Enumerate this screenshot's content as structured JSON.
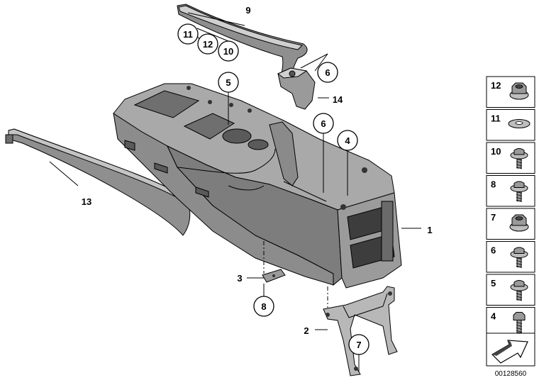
{
  "diagram": {
    "id": "00128560",
    "callouts": [
      {
        "key": "c9",
        "text": "9",
        "circled": false
      },
      {
        "key": "c11",
        "text": "11",
        "circled": true
      },
      {
        "key": "c12",
        "text": "12",
        "circled": true
      },
      {
        "key": "c10",
        "text": "10",
        "circled": true
      },
      {
        "key": "c6a",
        "text": "6",
        "circled": true
      },
      {
        "key": "c14",
        "text": "14",
        "circled": false
      },
      {
        "key": "c5",
        "text": "5",
        "circled": true
      },
      {
        "key": "c6b",
        "text": "6",
        "circled": true
      },
      {
        "key": "c4",
        "text": "4",
        "circled": true
      },
      {
        "key": "c13",
        "text": "13",
        "circled": false
      },
      {
        "key": "c1",
        "text": "1",
        "circled": false
      },
      {
        "key": "c3",
        "text": "3",
        "circled": false
      },
      {
        "key": "c8",
        "text": "8",
        "circled": true
      },
      {
        "key": "c2",
        "text": "2",
        "circled": false
      },
      {
        "key": "c7",
        "text": "7",
        "circled": true
      }
    ],
    "legend": [
      {
        "number": "12",
        "icon": "hex-nut-flange-icon"
      },
      {
        "number": "11",
        "icon": "washer-icon"
      },
      {
        "number": "10",
        "icon": "collar-screw-icon"
      },
      {
        "number": "8",
        "icon": "collar-screw-icon"
      },
      {
        "number": "7",
        "icon": "hex-nut-flange-icon"
      },
      {
        "number": "6",
        "icon": "collar-screw-icon"
      },
      {
        "number": "5",
        "icon": "collar-screw-icon"
      },
      {
        "number": "4",
        "icon": "hex-screw-icon"
      }
    ],
    "legend_footer_icon": "arrow-graphic-icon"
  }
}
